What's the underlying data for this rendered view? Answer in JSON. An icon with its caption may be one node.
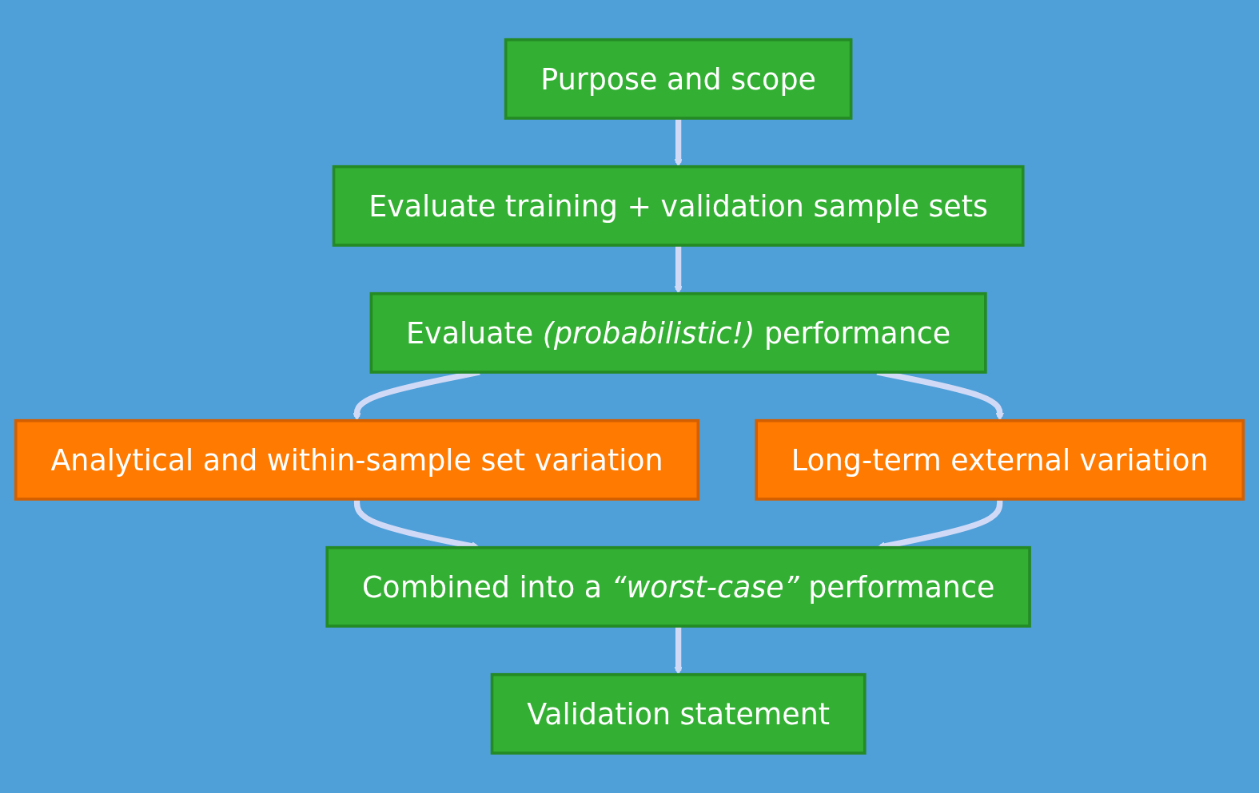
{
  "diagram": {
    "nodes": [
      {
        "text": [
          "Purpose and scope"
        ]
      },
      {
        "text": [
          "Evaluate training + validation sample sets"
        ]
      },
      {
        "text": [
          "Evaluate *(probabilistic!)* performance"
        ]
      },
      {
        "text": [
          "Analytical and within-sample set variation"
        ]
      },
      {
        "text": [
          "Long-term external variation"
        ]
      },
      {
        "text": [
          "Combined into a *“worst-case”* performance"
        ]
      },
      {
        "text": [
          "Validation statement"
        ]
      }
    ],
    "edges": [
      {
        "from": 0,
        "to": 1,
        "arrow": "to"
      },
      {
        "from": 1,
        "to": 2,
        "arrow": "to"
      },
      {
        "from": 2,
        "to": 3,
        "arrow": "to"
      },
      {
        "from": 2,
        "to": 4,
        "arrow": "to"
      },
      {
        "from": 3,
        "to": 5,
        "arrow": "to"
      },
      {
        "from": 4,
        "to": 5,
        "arrow": "to"
      },
      {
        "from": 5,
        "to": 6,
        "arrow": "to"
      }
    ]
  }
}
